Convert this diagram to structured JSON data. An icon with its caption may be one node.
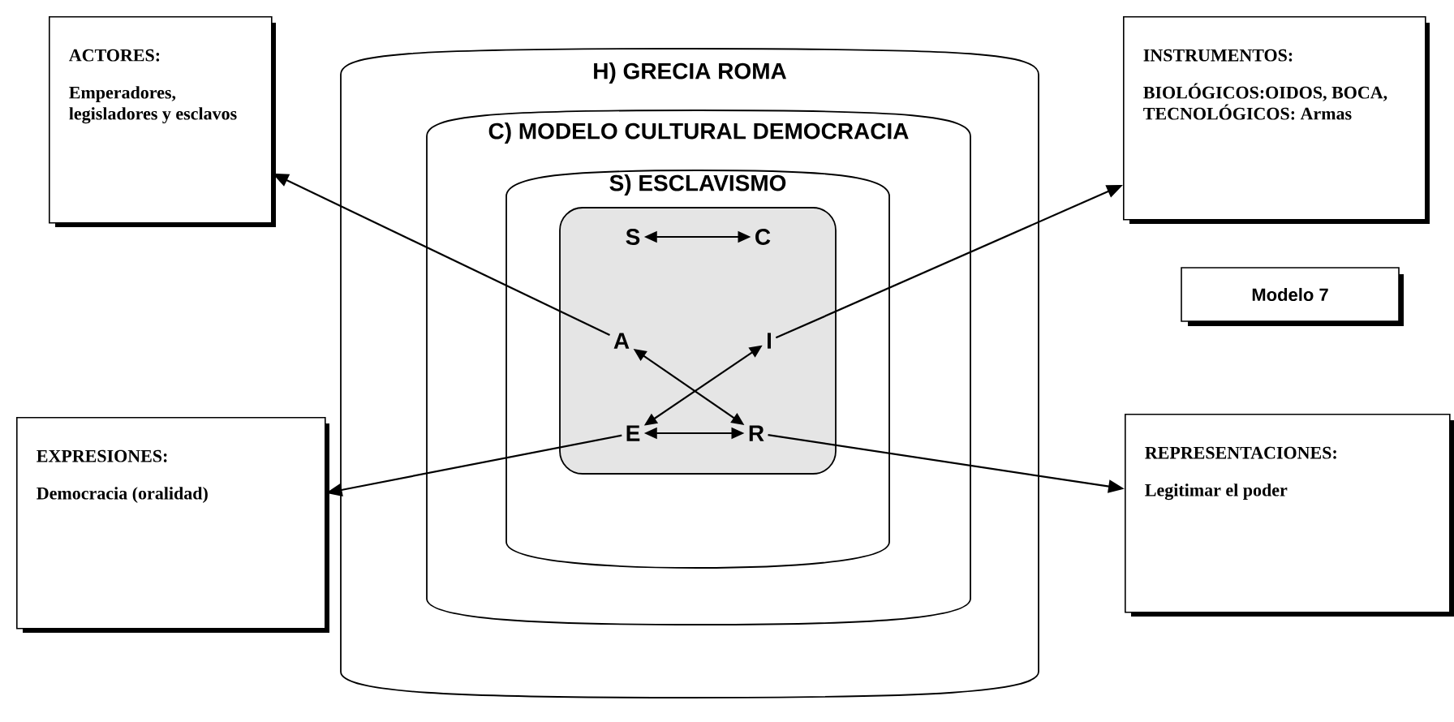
{
  "diagram": {
    "nodes": [
      {
        "text": [
          "H) GRECIA ROMA"
        ]
      },
      {
        "text": [
          "C) MODELO CULTURAL DEMOCRACIA"
        ],
        "in": 0
      },
      {
        "text": [
          "S) ESCLAVISMO"
        ],
        "in": 1
      },
      {
        "text": [],
        "shape": "box",
        "in": 2
      },
      {
        "text": [
          "S"
        ],
        "in": 3
      },
      {
        "text": [
          "C"
        ],
        "in": 3
      },
      {
        "text": [
          "A"
        ],
        "in": 3
      },
      {
        "text": [
          "I"
        ],
        "in": 3
      },
      {
        "text": [
          "E"
        ],
        "in": 3
      },
      {
        "text": [
          "R"
        ],
        "in": 3
      },
      {
        "text": [
          "ACTORES:",
          "Emperadores, legisladores y esclavos"
        ]
      },
      {
        "text": [
          "INSTRUMENTOS:",
          "BIOLÓGICOS:OIDOS, BOCA, TECNOLÓGICOS: Armas"
        ]
      },
      {
        "text": [
          "Modelo 7"
        ]
      },
      {
        "text": [
          "EXPRESIONES:",
          "Democracia (oralidad)"
        ]
      },
      {
        "text": [
          "REPRESENTACIONES:",
          "Legitimar el poder"
        ]
      }
    ],
    "edges": [
      {
        "from": 4,
        "to": 5,
        "arrow": "both"
      },
      {
        "from": 6,
        "to": 9,
        "arrow": "both"
      },
      {
        "from": 7,
        "to": 8,
        "arrow": "both"
      },
      {
        "from": 8,
        "to": 9,
        "arrow": "both"
      },
      {
        "from": 6,
        "to": 10,
        "arrow": "to"
      },
      {
        "from": 7,
        "to": 11,
        "arrow": "to"
      },
      {
        "from": 8,
        "to": 13,
        "arrow": "to"
      },
      {
        "from": 9,
        "to": 14,
        "arrow": "to"
      }
    ]
  }
}
